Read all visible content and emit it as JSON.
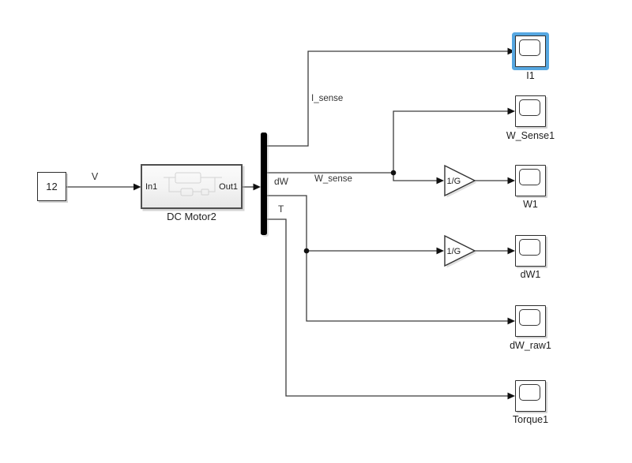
{
  "colors": {
    "selection": "#56a7e1",
    "wire": "#3c3c3c"
  },
  "blocks": {
    "constant": {
      "value": "12"
    },
    "subsystem": {
      "name": "DC Motor2",
      "port_in": "In1",
      "port_out": "Out1"
    },
    "gains": [
      {
        "label": "1/G"
      },
      {
        "label": "1/G"
      }
    ],
    "scopes": [
      {
        "name": "I1",
        "selected": true
      },
      {
        "name": "W_Sense1",
        "selected": false
      },
      {
        "name": "W1",
        "selected": false
      },
      {
        "name": "dW1",
        "selected": false
      },
      {
        "name": "dW_raw1",
        "selected": false
      },
      {
        "name": "Torque1",
        "selected": false
      }
    ]
  },
  "signals": {
    "v": "V",
    "i_sense": "I_sense",
    "w_sense": "W_sense",
    "dw": "dW",
    "t": "T"
  }
}
